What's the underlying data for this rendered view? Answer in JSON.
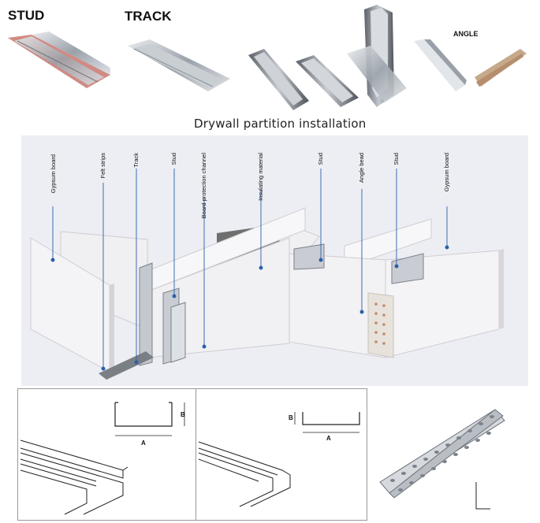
{
  "headers": {
    "stud": "STUD",
    "track": "TRACK",
    "angle": "ANGLE"
  },
  "caption": "Drywall partition installation",
  "callouts": {
    "gypsum_board_left": "Gypsum board",
    "felt_strips": "Felt strips",
    "track": "Track",
    "stud_left": "Stud",
    "board_protection_channel": "Board protection channel",
    "insulating_material": "Insulating material",
    "stud_mid": "Stud",
    "angle_bead": "Angle bead",
    "stud_right": "Stud",
    "gypsum_board_right": "Gypsum board"
  },
  "dimensions": {
    "stud_b": "B",
    "stud_a": "A",
    "track_b": "B",
    "track_a": "A"
  },
  "colors": {
    "wall": "#f2f1f3",
    "wall_edge": "#cfcdd3",
    "background_panel": "#eceef3",
    "metal": "#b8bcc4",
    "callout_line": "#2b5fa8",
    "insulation": "#6f6f6f"
  }
}
